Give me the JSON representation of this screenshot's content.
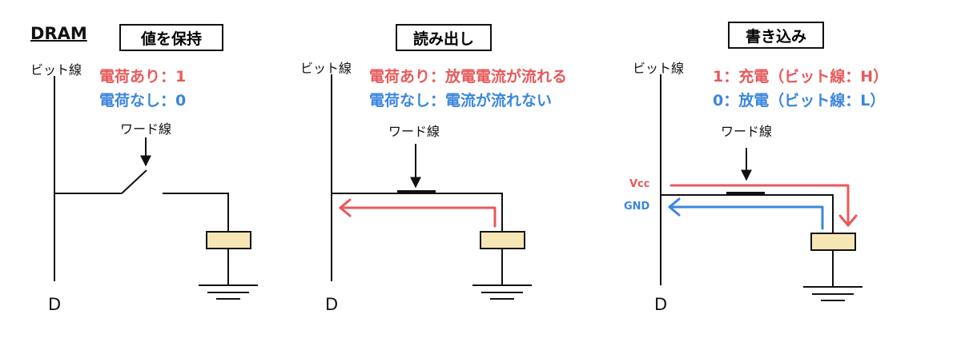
{
  "heading": "DRAM",
  "colors": {
    "red": "#e8595b",
    "blue": "#3b86de",
    "capacitor": "#f5e6b3",
    "line": "#111111"
  },
  "panels": [
    {
      "title": "値を保持",
      "bit_line": "ビット線",
      "word_line": "ワード線",
      "node": "D",
      "notes": [
        {
          "text": "電荷あり：1",
          "color": "red"
        },
        {
          "text": "電荷なし：0",
          "color": "blue"
        }
      ]
    },
    {
      "title": "読み出し",
      "bit_line": "ビット線",
      "word_line": "ワード線",
      "node": "D",
      "notes": [
        {
          "text": "電荷あり：放電電流が流れる",
          "color": "red"
        },
        {
          "text": "電荷なし：電流が流れない",
          "color": "blue"
        }
      ]
    },
    {
      "title": "書き込み",
      "bit_line": "ビット線",
      "word_line": "ワード線",
      "node": "D",
      "notes": [
        {
          "text": "1：充電（ビット線：H）",
          "color": "red"
        },
        {
          "text": "0：放電（ビット線：L）",
          "color": "blue"
        }
      ],
      "vcc": "Vcc",
      "gnd": "GND"
    }
  ]
}
